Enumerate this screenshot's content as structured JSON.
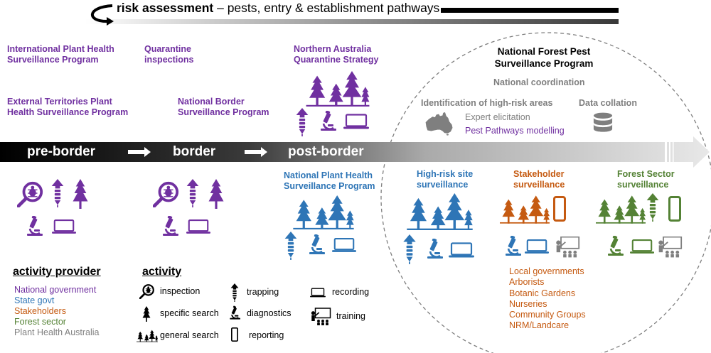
{
  "header": {
    "title_bold": "risk assessment",
    "title_rest": "– pests, entry & establishment pathways"
  },
  "programs": {
    "iphsp": "International Plant Health\nSurveillance Program",
    "quarantine": "Quarantine\ninspections",
    "naqs": "Northern Australia\nQuarantine Strategy",
    "etphsp": "External Territories Plant\nHealth Surveillance Program",
    "nbsp": "National Border\nSurveillance Program",
    "nphsp": "National Plant Health\nSurveillance Program"
  },
  "stages": [
    "pre-border",
    "border",
    "post-border"
  ],
  "nfpsp": {
    "title": "National Forest Pest\nSurveillance Program",
    "coordination": "National coordination",
    "high_risk_id": "Identification of high-risk areas",
    "data_collation": "Data collation",
    "expert": "Expert elicitation",
    "pathways": "Pest Pathways modelling",
    "high_risk_site": "High-risk site\nsurveillance",
    "stakeholder": "Stakeholder\nsurveillance",
    "forest_sector": "Forest Sector\nsurveillance"
  },
  "stakeholders": [
    "Local governments",
    "Arborists",
    "Botanic Gardens",
    "Nurseries",
    "Community Groups",
    "NRM/Landcare"
  ],
  "legend": {
    "provider_title": "activity provider",
    "providers": [
      {
        "label": "National government",
        "color": "#7030a0"
      },
      {
        "label": "State govt",
        "color": "#2e75b6"
      },
      {
        "label": "Stakeholders",
        "color": "#c55a11"
      },
      {
        "label": "Forest sector",
        "color": "#548235"
      },
      {
        "label": "Plant Health Australia",
        "color": "#7f7f7f"
      }
    ],
    "activity_title": "activity",
    "activities": {
      "inspection": "inspection",
      "specific_search": "specific search",
      "general_search": "general search",
      "trapping": "trapping",
      "diagnostics": "diagnostics",
      "reporting": "reporting",
      "recording": "recording",
      "training": "training"
    }
  },
  "colors": {
    "purple": "#7030a0",
    "blue": "#2e75b6",
    "orange": "#c55a11",
    "green": "#548235",
    "grey": "#7f7f7f"
  }
}
